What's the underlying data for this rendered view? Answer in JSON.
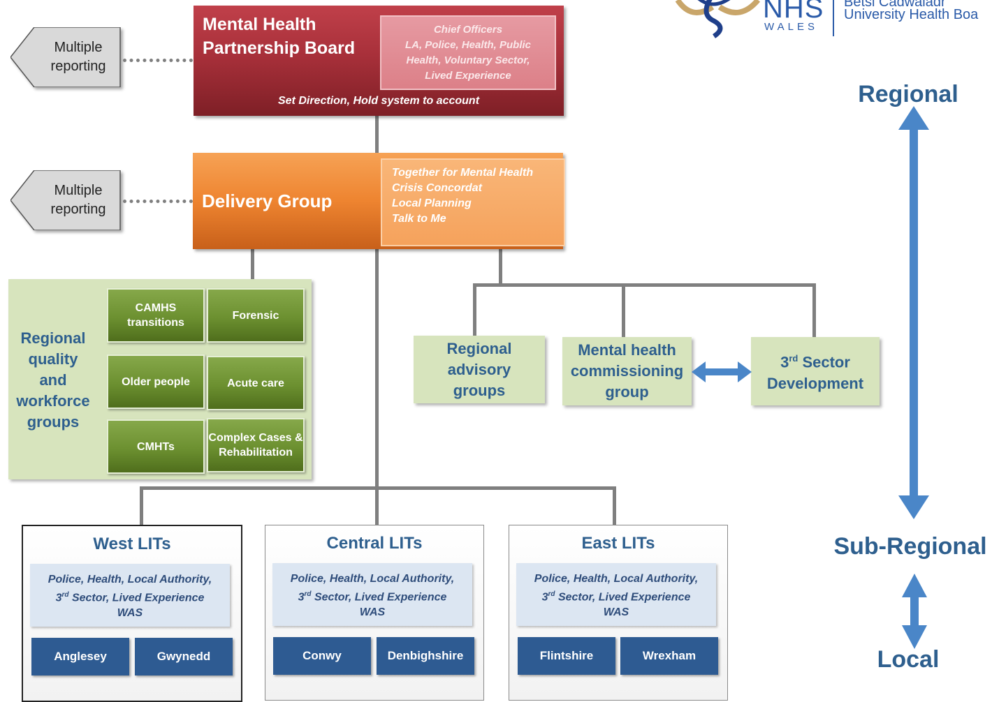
{
  "logo": {
    "nhs": "NHS",
    "wales": "WALES",
    "org_line1": "Betsi Cadwaladr",
    "org_line2": "University Health Boa"
  },
  "multiple_reporting": {
    "label_top": "Multiple\nreporting",
    "label_mid": "Multiple\nreporting"
  },
  "board": {
    "title": "Mental Health\nPartnership Board",
    "members": [
      "Chief Officers",
      "LA, Police, Health, Public",
      "Health, Voluntary Sector,",
      "Lived Experience"
    ],
    "subtitle": "Set Direction, Hold system to account"
  },
  "delivery": {
    "title": "Delivery Group",
    "items": [
      "Together for Mental Health",
      "Crisis Concordat",
      "Local Planning",
      "Talk to Me"
    ]
  },
  "regional_quality": {
    "title": "Regional\nquality\nand\nworkforce\ngroups",
    "groups": [
      "CAMHS\ntransitions",
      "Forensic",
      "Older people",
      "Acute care",
      "CMHTs",
      "Complex Cases &\nRehabilitation"
    ]
  },
  "side_groups": {
    "advisory": "Regional\nadvisory\ngroups",
    "commissioning": "Mental health\ncommissioning\ngroup",
    "third_sector_num": "3",
    "third_sector_sup": "rd",
    "third_sector_rest": " Sector",
    "third_sector_line2": "Development"
  },
  "lits": [
    {
      "title": "West LITs",
      "line1": "Police, Health, Local Authority,",
      "line2_num": "3",
      "line2_sup": "rd",
      "line2_rest": " Sector, Lived Experience",
      "line3": "WAS",
      "areas": [
        "Anglesey",
        "Gwynedd"
      ]
    },
    {
      "title": "Central LITs",
      "line1": "Police, Health, Local Authority,",
      "line2_num": "3",
      "line2_sup": "rd",
      "line2_rest": " Sector, Lived Experience",
      "line3": "WAS",
      "areas": [
        "Conwy",
        "Denbighshire"
      ]
    },
    {
      "title": "East LITs",
      "line1": "Police, Health, Local Authority,",
      "line2_num": "3",
      "line2_sup": "rd",
      "line2_rest": " Sector, Lived Experience",
      "line3": "WAS",
      "areas": [
        "Flintshire",
        "Wrexham"
      ]
    }
  ],
  "axis": {
    "top": "Regional",
    "middle": "Sub-Regional",
    "bottom": "Local"
  },
  "colors": {
    "board": "#a8303a",
    "delivery": "#ee8430",
    "green_box": "#6c9030",
    "light_green": "#d7e4bd",
    "blue_text": "#2e5f8e",
    "area_blue": "#2e5b92",
    "arrow_blue": "#4a86c8"
  }
}
